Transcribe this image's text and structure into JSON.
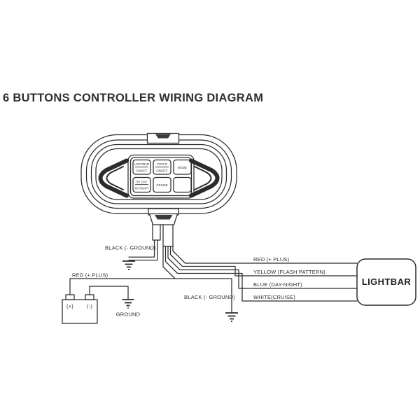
{
  "title": "6 BUTTONS CONTROLLER WIRING DIAGRAM",
  "controller": {
    "buttons": [
      {
        "line1": "LIGHTBAR",
        "line2": "ON/OFF"
      },
      {
        "line1": "CNTLR",
        "line2": "ON/OFF"
      },
      {
        "line1": "MODE",
        "line2": ""
      },
      {
        "line1": "BY DAY",
        "line2": "BY NIGHT"
      },
      {
        "line1": "CRUISE",
        "line2": ""
      },
      {
        "line1": "",
        "line2": ""
      }
    ]
  },
  "wires": {
    "controller_ground_label": "BLACK (- GROUND)",
    "battery_positive_label": "RED (+ PLUS)",
    "lightbar_red_label": "RED (+ PLUS)",
    "lightbar_yellow_label": "YELLOW (FLASH PATTERN)",
    "lightbar_blue_label": "BLUE (DAY-NIGHT)",
    "lightbar_white_label": "WHITE(CRUISE)",
    "lightbar_ground_label": "BLACK (- GROUND)"
  },
  "battery": {
    "positive_terminal": "(+)",
    "negative_terminal": "(-)",
    "ground_label": "GROUND"
  },
  "lightbar": {
    "label": "LIGHTBAR"
  },
  "colors": {
    "line": "#2b2b2b",
    "background": "#ffffff",
    "notch_fill": "#3a3a3a"
  }
}
